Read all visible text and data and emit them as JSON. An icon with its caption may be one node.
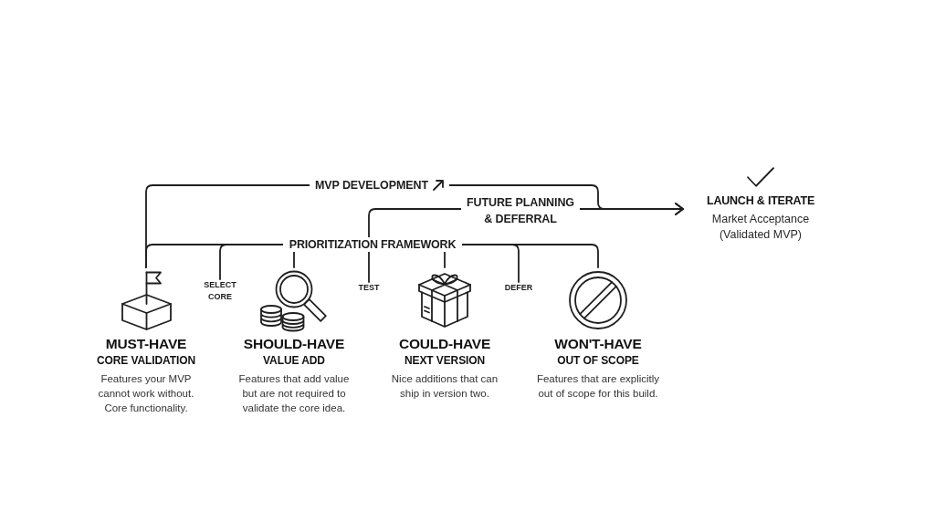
{
  "diagram": {
    "nodes": [
      {
        "text": [
          "LAUNCH & ITERATE",
          "Market Acceptance (Validated MVP)"
        ]
      },
      {
        "text": [
          "PRIORITIZATION FRAMEWORK"
        ]
      },
      {
        "text": [
          "MUST-HAVE",
          "CORE VALIDATION",
          "Features your MVP cannot work without. Core functionality."
        ]
      },
      {
        "text": [
          "SELECT CORE"
        ]
      },
      {
        "text": [
          "SHOULD-HAVE",
          "VALUE ADD",
          "Features that add value but are not required to validate the core idea."
        ]
      },
      {
        "text": [
          "TEST"
        ]
      },
      {
        "text": [
          "COULD-HAVE",
          "NEXT VERSION",
          "Nice additions that can ship in version two."
        ]
      },
      {
        "text": [
          "DEFER"
        ]
      },
      {
        "text": [
          "WON'T-HAVE",
          "OUT OF SCOPE",
          "Features that are explicitly out of scope for this build."
        ]
      }
    ],
    "edges": [
      {
        "from": 2,
        "to": 0,
        "arrow": "to",
        "label": "MVP DEVELOPMENT"
      },
      {
        "from": 1,
        "to": 0,
        "arrow": "to",
        "label": "FUTURE PLANNING & DEFERRAL"
      },
      {
        "from": 1,
        "to": 2,
        "arrow": "none"
      },
      {
        "from": 1,
        "to": 3,
        "arrow": "none"
      },
      {
        "from": 1,
        "to": 4,
        "arrow": "none"
      },
      {
        "from": 1,
        "to": 5,
        "arrow": "none"
      },
      {
        "from": 1,
        "to": 6,
        "arrow": "none"
      },
      {
        "from": 1,
        "to": 7,
        "arrow": "none"
      },
      {
        "from": 1,
        "to": 8,
        "arrow": "none"
      }
    ]
  }
}
